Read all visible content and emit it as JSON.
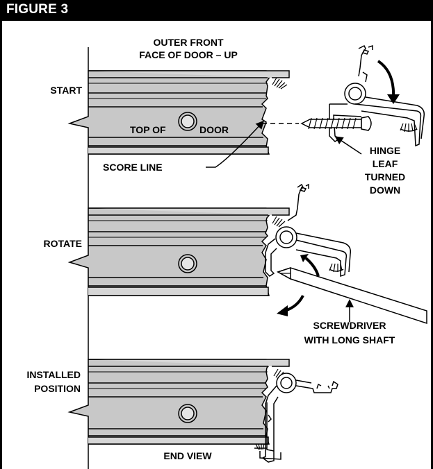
{
  "figure": {
    "title": "FIGURE 3",
    "labels": {
      "outer_front_line1": "OUTER FRONT",
      "outer_front_line2": "FACE OF DOOR – UP",
      "start": "START",
      "top_of_door_a": "TOP OF",
      "top_of_door_b": "DOOR",
      "score_line": "SCORE LINE",
      "hinge_line1": "HINGE",
      "hinge_line2": "LEAF",
      "hinge_line3": "TURNED",
      "hinge_line4": "DOWN",
      "rotate": "ROTATE",
      "screwdriver_line1": "SCREWDRIVER",
      "screwdriver_line2": "WITH LONG SHAFT",
      "installed_line1": "INSTALLED",
      "installed_line2": "POSITION",
      "end_view": "END VIEW"
    }
  }
}
